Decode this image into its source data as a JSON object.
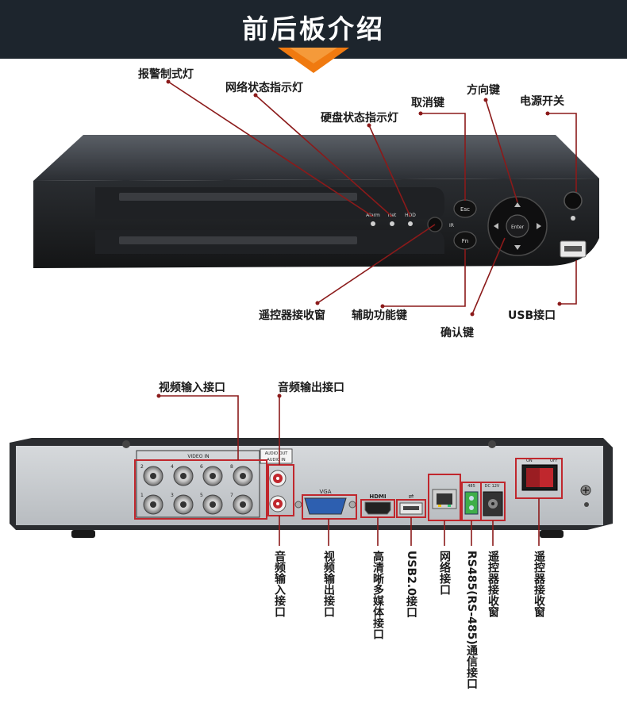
{
  "header": {
    "title": "前后板介绍"
  },
  "front_labels": {
    "alarm_light": "报警制式灯",
    "network_light": "网络状态指示灯",
    "hdd_light": "硬盘状态指示灯",
    "cancel_key": "取消键",
    "direction_key": "方向键",
    "power_switch": "电源开关",
    "remote_receiver": "遥控器接收窗",
    "fn_key": "辅助功能键",
    "confirm_key": "确认键",
    "usb_port": "USB接口"
  },
  "front_panel_marks": {
    "alarm": "Alarm",
    "net": "Net",
    "hdd": "HDD",
    "ir": "IR",
    "esc": "Esc",
    "fn": "Fn",
    "enter": "Enter"
  },
  "rear_labels": {
    "video_in": "视频输入接口",
    "audio_out": "音频输出接口",
    "audio_in": "音频输入接口",
    "video_out": "视频输出接口",
    "hdmi": "高清晰多媒体接口",
    "usb2": "USB2.0接口",
    "network": "网络接口",
    "rs485": "RS485(RS-485)通信接口",
    "remote_receiver_rear": "遥控器接收窗",
    "remote_receiver_rear2": "遥控器接收窗"
  },
  "rear_panel_marks": {
    "video_in": "VIDEO IN",
    "audio_out": "AUDIO OUT",
    "audio_in": "AUDIO IN",
    "vga": "VGA",
    "hdmi": "HDMI",
    "rs485": "485",
    "dc": "DC 12V",
    "on": "ON",
    "off": "OFF",
    "bnc": [
      "2",
      "4",
      "6",
      "8",
      "1",
      "3",
      "5",
      "7"
    ]
  },
  "colors": {
    "banner": "#1d252d",
    "accent": "#f07a10",
    "callout": "#8b1a1a"
  }
}
